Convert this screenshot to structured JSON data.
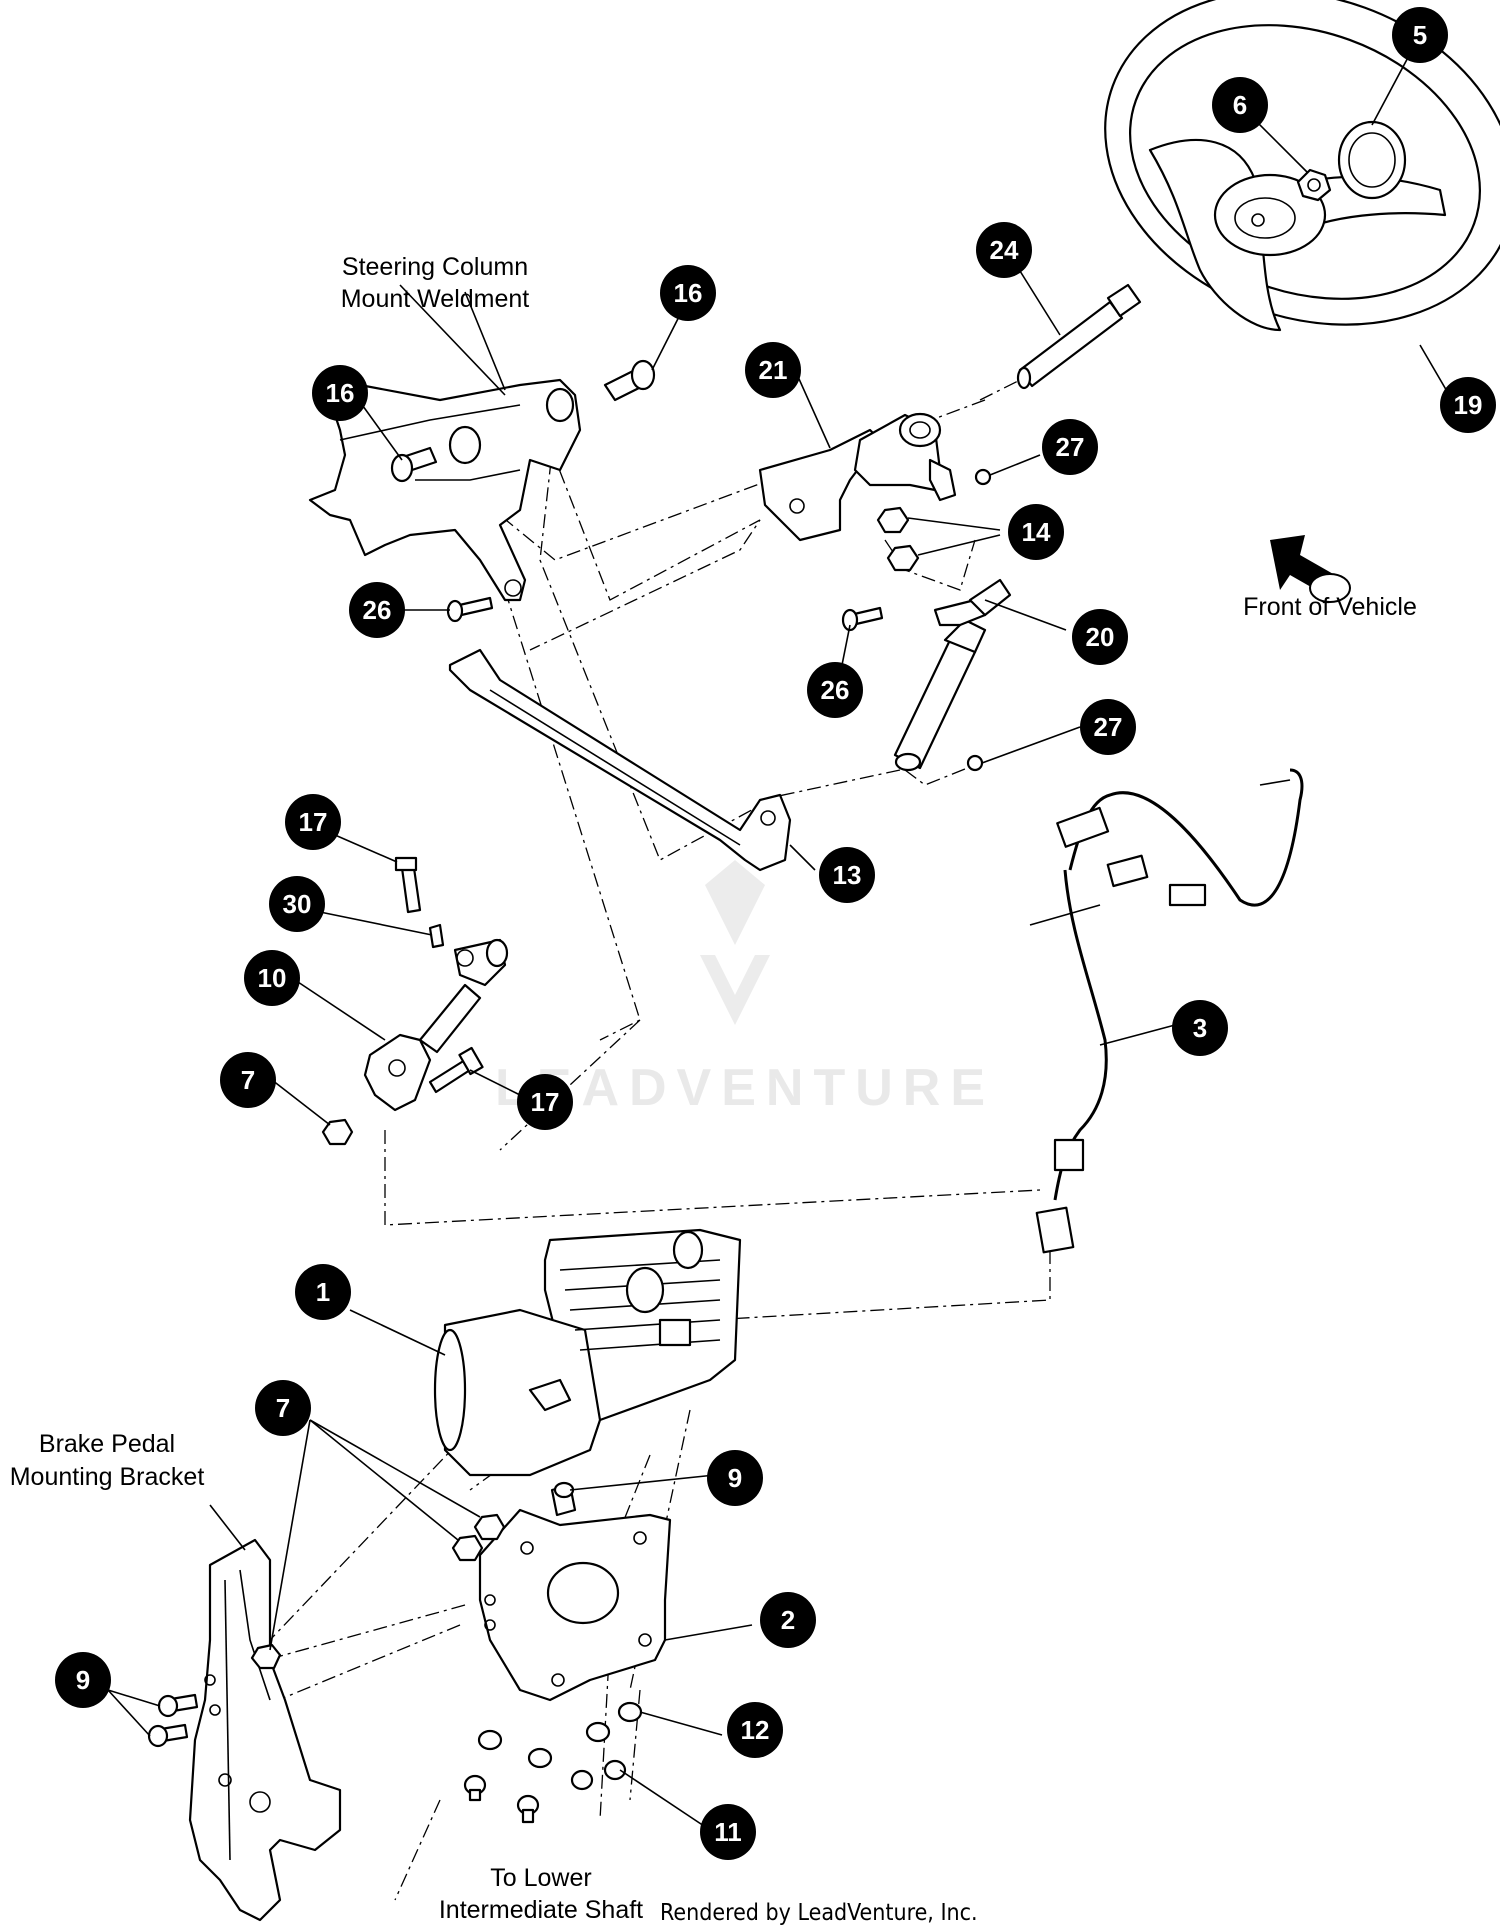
{
  "labels": {
    "steering_column_mount": [
      "Steering Column",
      "Mount Weldment"
    ],
    "front_of_vehicle": "Front of Vehicle",
    "brake_pedal_bracket": [
      "Brake Pedal",
      "Mounting Bracket"
    ],
    "lower_shaft": [
      "To Lower",
      "Intermediate Shaft"
    ],
    "footer": "Rendered by LeadVenture, Inc."
  },
  "watermark": "LEADVENTURE",
  "callouts": [
    {
      "id": "c5",
      "num": "5"
    },
    {
      "id": "c6",
      "num": "6"
    },
    {
      "id": "c24",
      "num": "24"
    },
    {
      "id": "c19",
      "num": "19"
    },
    {
      "id": "c16a",
      "num": "16"
    },
    {
      "id": "c16b",
      "num": "16"
    },
    {
      "id": "c21",
      "num": "21"
    },
    {
      "id": "c27a",
      "num": "27"
    },
    {
      "id": "c14",
      "num": "14"
    },
    {
      "id": "c26a",
      "num": "26"
    },
    {
      "id": "c20",
      "num": "20"
    },
    {
      "id": "c26b",
      "num": "26"
    },
    {
      "id": "c27b",
      "num": "27"
    },
    {
      "id": "c17a",
      "num": "17"
    },
    {
      "id": "c13",
      "num": "13"
    },
    {
      "id": "c30",
      "num": "30"
    },
    {
      "id": "c10",
      "num": "10"
    },
    {
      "id": "c3",
      "num": "3"
    },
    {
      "id": "c7a",
      "num": "7"
    },
    {
      "id": "c17b",
      "num": "17"
    },
    {
      "id": "c1",
      "num": "1"
    },
    {
      "id": "c7b",
      "num": "7"
    },
    {
      "id": "c9a",
      "num": "9"
    },
    {
      "id": "c2",
      "num": "2"
    },
    {
      "id": "c9b",
      "num": "9"
    },
    {
      "id": "c12",
      "num": "12"
    },
    {
      "id": "c11",
      "num": "11"
    }
  ]
}
